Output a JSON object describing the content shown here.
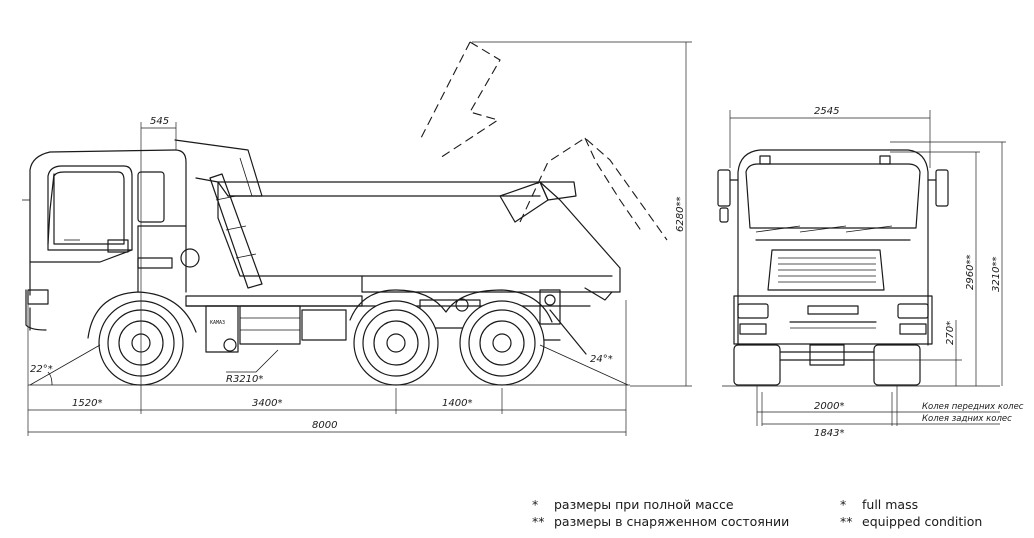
{
  "dimensions": {
    "cab_offset": "545",
    "front_overhang": "1520*",
    "wheelbase_1": "3400*",
    "wheelbase_2": "1400*",
    "overall_length": "8000",
    "approach_angle": "22°*",
    "departure_angle": "24°*",
    "turning_radius": "R3210*",
    "tipping_height": "6280**",
    "overall_width": "2545",
    "front_track": "2000*",
    "rear_track": "1843*",
    "cab_height": "2960**",
    "overall_height": "3210**",
    "ground_clearance": "270*"
  },
  "track_labels": {
    "front": "Колея передних колес",
    "rear": "Колея задних колес"
  },
  "badge_text": "КАМАЗ",
  "legend": {
    "ru": [
      {
        "mark": "*",
        "text": "размеры при полной массе"
      },
      {
        "mark": "**",
        "text": "размеры в снаряженном состоянии"
      }
    ],
    "en": [
      {
        "mark": "*",
        "text": "full mass"
      },
      {
        "mark": "**",
        "text": "equipped condition"
      }
    ]
  }
}
